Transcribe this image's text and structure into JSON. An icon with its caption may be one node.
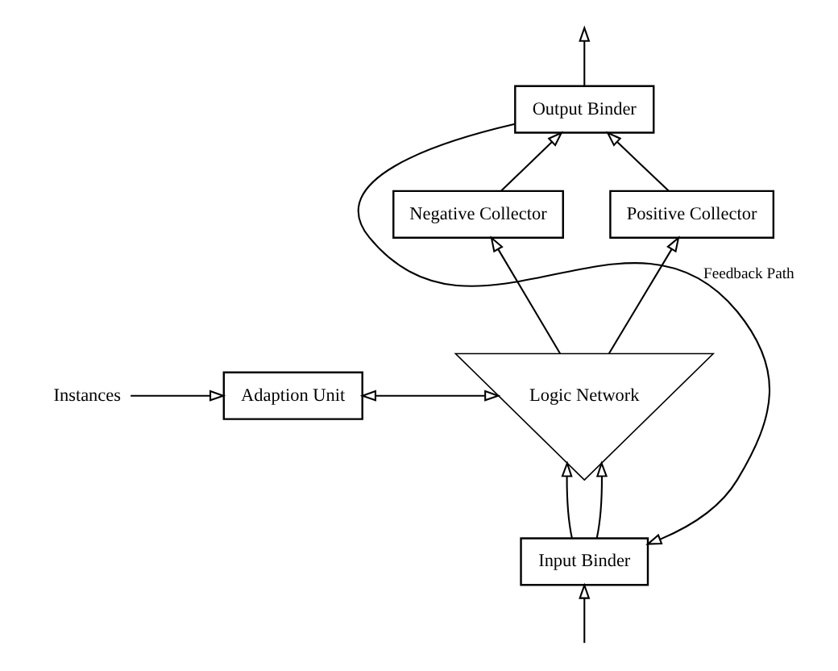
{
  "diagram": {
    "nodes": [
      {
        "text": [
          "Output Binder"
        ]
      },
      {
        "text": [
          "Negative Collector"
        ]
      },
      {
        "text": [
          "Positive Collector"
        ]
      },
      {
        "text": [
          "Logic Network"
        ]
      },
      {
        "text": [
          "Adaption Unit"
        ]
      },
      {
        "text": [
          "Input Binder"
        ]
      },
      {
        "text": [
          "Instances"
        ]
      }
    ],
    "edges": [
      {
        "from": 0,
        "to": null,
        "arrow": "to"
      },
      {
        "from": 1,
        "to": 0,
        "arrow": "to"
      },
      {
        "from": 2,
        "to": 0,
        "arrow": "to"
      },
      {
        "from": 3,
        "to": 1,
        "arrow": "to"
      },
      {
        "from": 3,
        "to": 2,
        "arrow": "to"
      },
      {
        "from": 6,
        "to": 4,
        "arrow": "to"
      },
      {
        "from": 4,
        "to": 3,
        "arrow": "both"
      },
      {
        "from": 5,
        "to": 3,
        "arrow": "to"
      },
      {
        "from": 5,
        "to": 3,
        "arrow": "to"
      },
      {
        "from": 0,
        "to": 5,
        "arrow": "to",
        "label": "Feedback Path"
      },
      {
        "from": null,
        "to": 5,
        "arrow": "to"
      }
    ]
  }
}
